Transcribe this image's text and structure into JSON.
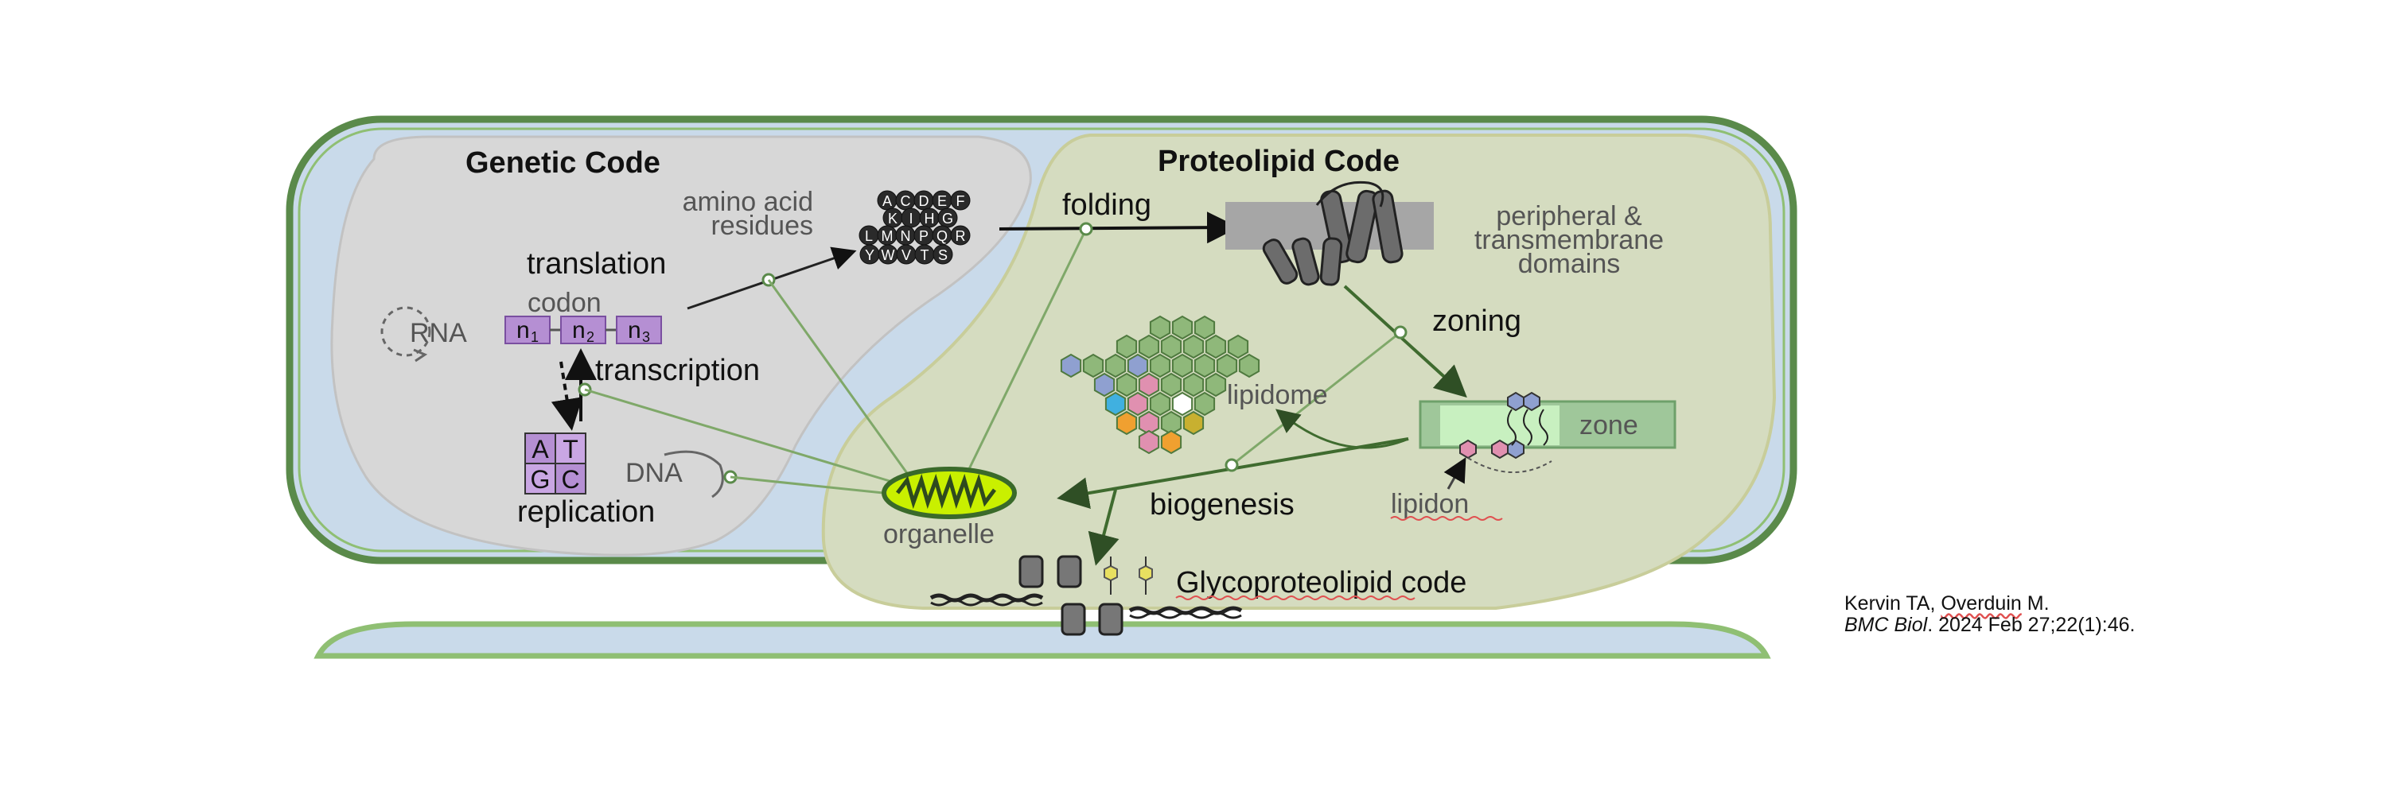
{
  "titles": {
    "genetic": "Genetic Code",
    "proteolipid": "Proteolipid Code",
    "glyco": "Glycoproteolipid code"
  },
  "labels": {
    "amino_line1": "amino acid",
    "amino_line2": "residues",
    "translation": "translation",
    "codon": "codon",
    "rna": "RNA",
    "transcription": "transcription",
    "dna": "DNA",
    "replication": "replication",
    "folding": "folding",
    "peripheral_line1": "peripheral &",
    "peripheral_line2": "transmembrane",
    "peripheral_line3": "domains",
    "zoning": "zoning",
    "lipidome": "lipidome",
    "zone": "zone",
    "biogenesis": "biogenesis",
    "lipidon": "lipidon",
    "organelle": "organelle"
  },
  "codon_boxes": [
    "n",
    "n",
    "n"
  ],
  "codon_subs": [
    "1",
    "2",
    "3"
  ],
  "base_pairs": [
    "A",
    "T",
    "G",
    "C"
  ],
  "amino_rows": [
    [
      "A",
      "C",
      "D",
      "E",
      "F"
    ],
    [
      "K",
      "I",
      "H",
      "G"
    ],
    [
      "L",
      "M",
      "N",
      "P",
      "Q",
      "R"
    ],
    [
      "Y",
      "W",
      "V",
      "T",
      "S"
    ]
  ],
  "citation": {
    "authors_a": "Kervin TA, ",
    "authors_b": "Overduin",
    "authors_c": " M.",
    "journal": "BMC Biol",
    "details": ". 2024 Feb 27;22(1):46."
  },
  "colors": {
    "cell_fill": "#c9daea",
    "cell_stroke": "#5a8a4a",
    "genetic_fill": "#d7d7d7",
    "proteolipid_fill": "#d5dcc0",
    "arrow": "#3f6b2f",
    "codon_purple": "#b58fd3"
  }
}
